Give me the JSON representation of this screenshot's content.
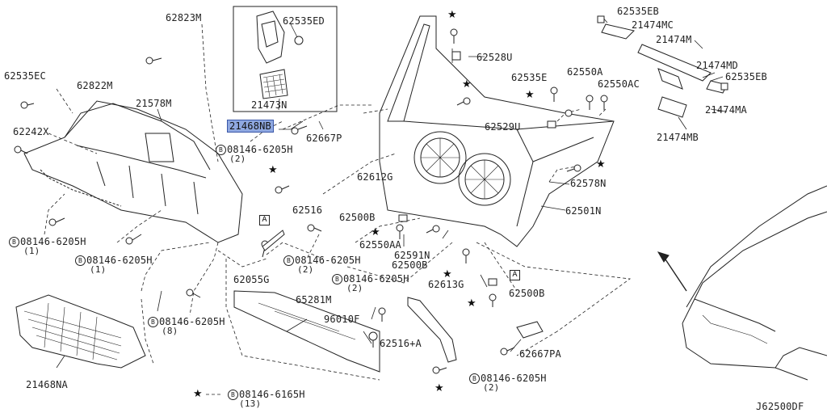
{
  "labels": {
    "p62823m": "62823M",
    "p62535ed": "62535ED",
    "p62535eb_top": "62535EB",
    "p21474mc": "21474MC",
    "p21474m": "21474M",
    "p62528u": "62528U",
    "p62535ec": "62535EC",
    "p62822m": "62822M",
    "p21578m": "21578M",
    "p62242x": "62242X",
    "p21473n": "21473N",
    "p21468nb": "21468NB",
    "p62667p": "62667P",
    "p62535e": "62535E",
    "p62550a": "62550A",
    "p62550ac": "62550AC",
    "p21474md": "21474MD",
    "p62535eb": "62535EB",
    "p21474ma": "21474MA",
    "p62529u": "62529U",
    "p21474mb": "21474MB",
    "p62612g": "62612G",
    "p62578n": "62578N",
    "p62516": "62516",
    "p62500b_a": "62500B",
    "p62501n": "62501N",
    "p62550aa": "62550AA",
    "p62591n": "62591N",
    "p62500b_b": "62500B",
    "p62613g": "62613G",
    "p62500b_c": "62500B",
    "p62055g": "62055G",
    "p65281m": "65281M",
    "p96010f": "96010F",
    "p62516a": "62516+A",
    "p62667pa": "62667PA",
    "p21468na": "21468NA",
    "ref_code": "J62500DF"
  },
  "bolts": {
    "b1_num": "08146-6205H",
    "b1_qty": "(2)",
    "b2_num": "08146-6205H",
    "b2_qty": "(1)",
    "b3_num": "08146-6205H",
    "b3_qty": "(1)",
    "b4_num": "08146-6205H",
    "b4_qty": "(2)",
    "b5_num": "08146-6205H",
    "b5_qty": "(2)",
    "b6_num": "08146-6205H",
    "b6_qty": "(8)",
    "b7_num": "08146-6165H",
    "b7_qty": "(13)",
    "b8_num": "08146-6205H",
    "b8_qty": "(2)",
    "circle_letter": "B"
  },
  "markers": {
    "section_letter": "A",
    "star_glyph": "★"
  },
  "icons": {
    "star": "star-icon",
    "bolt": "bolt-icon",
    "clip": "clip-icon"
  },
  "colors": {
    "highlight_fill": "#8fa8e0",
    "highlight_border": "#3a57a8",
    "line": "#222222"
  }
}
